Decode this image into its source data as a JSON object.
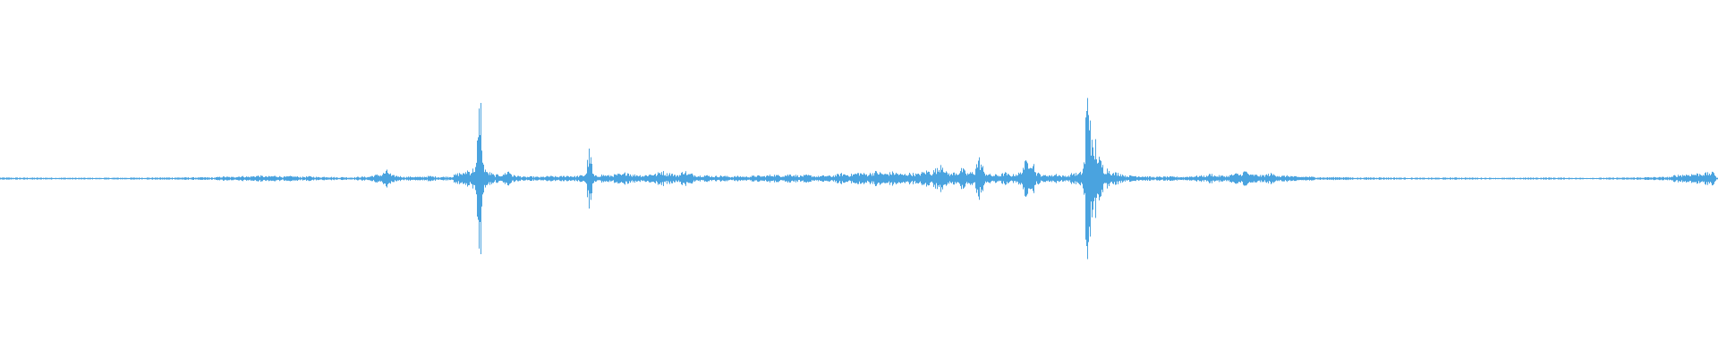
{
  "colors": {
    "background": "#ffffff",
    "waveform": "#4aa3df"
  },
  "waveform": {
    "peaks": [
      [
        0.0,
        0.01
      ],
      [
        0.12,
        0.012
      ],
      [
        0.13,
        0.02
      ],
      [
        0.14,
        0.025
      ],
      [
        0.15,
        0.03
      ],
      [
        0.16,
        0.028
      ],
      [
        0.17,
        0.025
      ],
      [
        0.18,
        0.022
      ],
      [
        0.19,
        0.02
      ],
      [
        0.2,
        0.015
      ],
      [
        0.21,
        0.018
      ],
      [
        0.22,
        0.04
      ],
      [
        0.225,
        0.08
      ],
      [
        0.23,
        0.03
      ],
      [
        0.24,
        0.02
      ],
      [
        0.25,
        0.025
      ],
      [
        0.26,
        0.02
      ],
      [
        0.268,
        0.06
      ],
      [
        0.272,
        0.09
      ],
      [
        0.276,
        0.11
      ],
      [
        0.2785,
        0.5
      ],
      [
        0.279,
        1.0
      ],
      [
        0.28,
        0.8
      ],
      [
        0.281,
        0.15
      ],
      [
        0.285,
        0.06
      ],
      [
        0.29,
        0.04
      ],
      [
        0.296,
        0.08
      ],
      [
        0.3,
        0.03
      ],
      [
        0.31,
        0.02
      ],
      [
        0.32,
        0.025
      ],
      [
        0.33,
        0.03
      ],
      [
        0.34,
        0.035
      ],
      [
        0.343,
        0.28
      ],
      [
        0.346,
        0.03
      ],
      [
        0.35,
        0.04
      ],
      [
        0.36,
        0.045
      ],
      [
        0.365,
        0.07
      ],
      [
        0.37,
        0.04
      ],
      [
        0.38,
        0.05
      ],
      [
        0.385,
        0.08
      ],
      [
        0.39,
        0.06
      ],
      [
        0.395,
        0.04
      ],
      [
        0.398,
        0.09
      ],
      [
        0.402,
        0.05
      ],
      [
        0.41,
        0.035
      ],
      [
        0.42,
        0.03
      ],
      [
        0.43,
        0.025
      ],
      [
        0.44,
        0.03
      ],
      [
        0.45,
        0.04
      ],
      [
        0.46,
        0.045
      ],
      [
        0.47,
        0.035
      ],
      [
        0.48,
        0.03
      ],
      [
        0.49,
        0.05
      ],
      [
        0.5,
        0.06
      ],
      [
        0.51,
        0.07
      ],
      [
        0.52,
        0.065
      ],
      [
        0.53,
        0.055
      ],
      [
        0.54,
        0.08
      ],
      [
        0.545,
        0.1
      ],
      [
        0.548,
        0.18
      ],
      [
        0.552,
        0.06
      ],
      [
        0.556,
        0.07
      ],
      [
        0.56,
        0.1
      ],
      [
        0.565,
        0.06
      ],
      [
        0.57,
        0.2
      ],
      [
        0.575,
        0.05
      ],
      [
        0.58,
        0.04
      ],
      [
        0.585,
        0.06
      ],
      [
        0.59,
        0.04
      ],
      [
        0.6,
        0.22
      ],
      [
        0.605,
        0.05
      ],
      [
        0.61,
        0.04
      ],
      [
        0.615,
        0.05
      ],
      [
        0.62,
        0.03
      ],
      [
        0.625,
        0.06
      ],
      [
        0.63,
        0.07
      ],
      [
        0.6335,
        1.0
      ],
      [
        0.634,
        0.95
      ],
      [
        0.6348,
        0.8
      ],
      [
        0.6355,
        0.6
      ],
      [
        0.636,
        0.3
      ],
      [
        0.638,
        0.4
      ],
      [
        0.64,
        0.2
      ],
      [
        0.645,
        0.1
      ],
      [
        0.65,
        0.06
      ],
      [
        0.66,
        0.03
      ],
      [
        0.68,
        0.02
      ],
      [
        0.7,
        0.03
      ],
      [
        0.705,
        0.05
      ],
      [
        0.71,
        0.03
      ],
      [
        0.72,
        0.05
      ],
      [
        0.725,
        0.08
      ],
      [
        0.73,
        0.04
      ],
      [
        0.74,
        0.05
      ],
      [
        0.75,
        0.03
      ],
      [
        0.76,
        0.02
      ],
      [
        0.78,
        0.015
      ],
      [
        0.8,
        0.012
      ],
      [
        0.85,
        0.01
      ],
      [
        0.9,
        0.01
      ],
      [
        0.95,
        0.01
      ],
      [
        0.998,
        0.06
      ],
      [
        1.0,
        0.01
      ]
    ]
  }
}
